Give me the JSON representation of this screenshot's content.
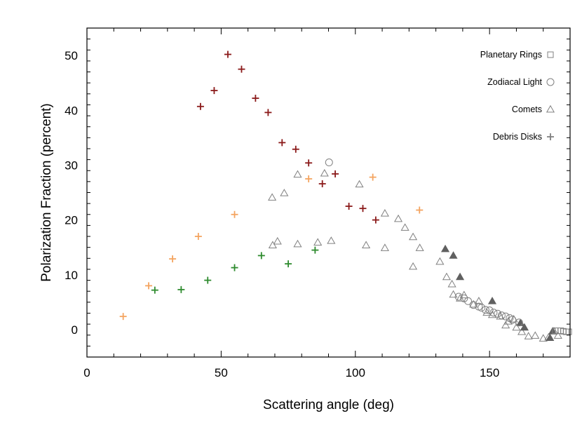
{
  "chart_data": {
    "type": "scatter",
    "title": "",
    "xlabel": "Scattering angle (deg)",
    "ylabel": "Polarization Fraction (percent)",
    "xlim": [
      0,
      180
    ],
    "ylim": [
      -5,
      55
    ],
    "xticks": [
      0,
      50,
      100,
      150
    ],
    "yticks": [
      0,
      10,
      20,
      30,
      40,
      50
    ],
    "grid": false,
    "legend_position": "top-right",
    "legend": [
      {
        "label": "Planetary Rings",
        "marker": "square"
      },
      {
        "label": "Zodiacal Light",
        "marker": "circle"
      },
      {
        "label": "Comets",
        "marker": "triangle"
      },
      {
        "label": "Debris Disks",
        "marker": "plus"
      }
    ],
    "series": [
      {
        "marker": "plus",
        "color": "#8b1a1a",
        "points": [
          [
            42.3,
            40.7
          ],
          [
            47.4,
            43.6
          ],
          [
            52.5,
            50.2
          ],
          [
            57.6,
            47.5
          ],
          [
            62.8,
            42.2
          ],
          [
            67.5,
            39.6
          ],
          [
            72.7,
            34.1
          ],
          [
            77.8,
            32.9
          ],
          [
            82.6,
            30.4
          ],
          [
            87.7,
            26.6
          ],
          [
            92.5,
            28.4
          ],
          [
            97.6,
            22.5
          ],
          [
            102.8,
            22.1
          ],
          [
            107.6,
            20.0
          ]
        ]
      },
      {
        "marker": "plus",
        "color": "#f4a460",
        "points": [
          [
            13.5,
            2.4
          ],
          [
            23.0,
            8.0
          ],
          [
            31.9,
            12.9
          ],
          [
            41.5,
            17.0
          ],
          [
            55.0,
            21.0
          ],
          [
            82.6,
            27.5
          ],
          [
            106.5,
            27.8
          ],
          [
            123.9,
            21.8
          ]
        ]
      },
      {
        "marker": "plus",
        "color": "#2e8b2e",
        "points": [
          [
            25.3,
            7.2
          ],
          [
            35.1,
            7.3
          ],
          [
            45.0,
            9.0
          ],
          [
            55.0,
            11.3
          ],
          [
            65.0,
            13.5
          ],
          [
            75.0,
            12.0
          ],
          [
            85.0,
            14.5
          ]
        ]
      },
      {
        "marker": "triangle",
        "color": "#808080",
        "fill": "none",
        "points": [
          [
            69.0,
            24.1
          ],
          [
            71.0,
            16.1
          ],
          [
            73.5,
            24.9
          ],
          [
            69.2,
            15.4
          ],
          [
            78.5,
            28.3
          ],
          [
            78.5,
            15.6
          ],
          [
            86.0,
            15.9
          ],
          [
            88.5,
            28.5
          ],
          [
            91.0,
            16.2
          ],
          [
            101.5,
            26.5
          ],
          [
            104.0,
            15.4
          ],
          [
            111.0,
            21.2
          ],
          [
            111.0,
            14.9
          ],
          [
            116.0,
            20.2
          ],
          [
            118.5,
            18.6
          ],
          [
            121.5,
            16.9
          ],
          [
            121.5,
            11.5
          ],
          [
            124.0,
            14.9
          ],
          [
            131.5,
            12.4
          ],
          [
            134.0,
            9.6
          ],
          [
            136.0,
            8.3
          ],
          [
            136.5,
            6.4
          ],
          [
            139.0,
            5.7
          ],
          [
            140.5,
            6.3
          ],
          [
            144.0,
            4.6
          ],
          [
            146.0,
            5.2
          ],
          [
            149.0,
            3.1
          ],
          [
            151.0,
            2.7
          ],
          [
            154.0,
            2.4
          ],
          [
            156.0,
            0.8
          ],
          [
            157.0,
            1.5
          ],
          [
            159.0,
            1.9
          ],
          [
            160.0,
            0.4
          ],
          [
            162.0,
            -0.4
          ],
          [
            164.5,
            -1.2
          ],
          [
            167.0,
            -1.1
          ],
          [
            170.0,
            -1.6
          ],
          [
            172.0,
            -1.4
          ],
          [
            174.0,
            -0.3
          ],
          [
            175.5,
            -1.1
          ]
        ]
      },
      {
        "marker": "triangle",
        "color": "#606060",
        "fill": "#606060",
        "points": [
          [
            133.5,
            14.7
          ],
          [
            136.5,
            13.5
          ],
          [
            139.0,
            9.6
          ],
          [
            151.0,
            5.2
          ],
          [
            161.5,
            1.2
          ],
          [
            163.0,
            0.4
          ],
          [
            172.5,
            -1.5
          ],
          [
            173.5,
            -0.3
          ]
        ]
      },
      {
        "marker": "circle",
        "color": "#808080",
        "fill": "none",
        "points": [
          [
            90.2,
            30.5
          ],
          [
            138.5,
            6.0
          ],
          [
            140.5,
            5.7
          ],
          [
            142.0,
            5.2
          ],
          [
            144.0,
            4.5
          ],
          [
            146.0,
            4.2
          ],
          [
            147.0,
            4.0
          ],
          [
            148.5,
            3.6
          ],
          [
            150.0,
            3.5
          ],
          [
            151.5,
            3.1
          ],
          [
            153.0,
            2.9
          ],
          [
            154.5,
            2.6
          ],
          [
            156.0,
            2.4
          ],
          [
            157.5,
            2.1
          ],
          [
            158.5,
            1.8
          ],
          [
            161.0,
            1.3
          ]
        ]
      },
      {
        "marker": "square",
        "color": "#808080",
        "fill": "none",
        "points": [
          [
            174.5,
            -0.2
          ],
          [
            175.5,
            -0.2
          ],
          [
            176.5,
            -0.2
          ],
          [
            177.5,
            -0.3
          ],
          [
            178.5,
            -0.4
          ],
          [
            179.5,
            -0.4
          ]
        ]
      }
    ]
  }
}
